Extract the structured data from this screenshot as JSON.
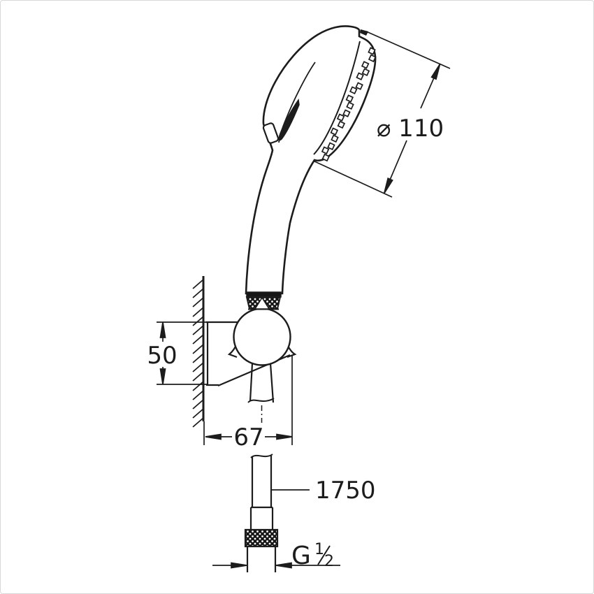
{
  "drawing": {
    "type": "technical-dimension-drawing",
    "subject": "hand shower with wall holder and hose",
    "line_color": "#1c1c1c",
    "background": "#ffffff",
    "dimensions": {
      "head_diameter": {
        "symbol": "⌀",
        "value": "110",
        "label": "⌀ 110"
      },
      "holder_height": {
        "value": "50",
        "label": "50"
      },
      "holder_width": {
        "value": "67",
        "label": "67"
      },
      "hose_length": {
        "value": "1750",
        "label": "1750"
      },
      "thread": {
        "prefix": "G",
        "numerator": "1",
        "denominator": "2",
        "label": "G 1/2"
      }
    }
  }
}
